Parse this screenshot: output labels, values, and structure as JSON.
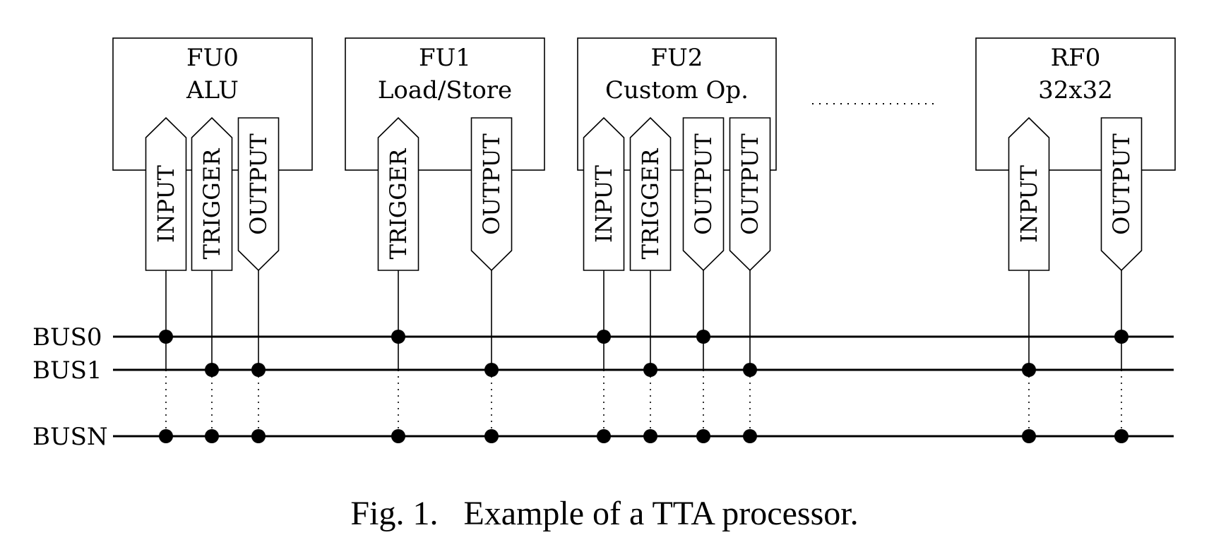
{
  "units": [
    {
      "id": "fu0",
      "name": "FU0",
      "subtitle": "ALU",
      "ports": [
        {
          "label": "INPUT",
          "kind": "input",
          "buses": [
            "BUS0",
            "BUSN"
          ]
        },
        {
          "label": "TRIGGER",
          "kind": "input",
          "buses": [
            "BUS1",
            "BUSN"
          ]
        },
        {
          "label": "OUTPUT",
          "kind": "output",
          "buses": [
            "BUS1",
            "BUSN"
          ]
        }
      ]
    },
    {
      "id": "fu1",
      "name": "FU1",
      "subtitle": "Load/Store",
      "ports": [
        {
          "label": "TRIGGER",
          "kind": "input",
          "buses": [
            "BUS0",
            "BUSN"
          ]
        },
        {
          "label": "OUTPUT",
          "kind": "output",
          "buses": [
            "BUS1",
            "BUSN"
          ]
        }
      ]
    },
    {
      "id": "fu2",
      "name": "FU2",
      "subtitle": "Custom Op.",
      "ports": [
        {
          "label": "INPUT",
          "kind": "input",
          "buses": [
            "BUS0",
            "BUSN"
          ]
        },
        {
          "label": "TRIGGER",
          "kind": "input",
          "buses": [
            "BUS1",
            "BUSN"
          ]
        },
        {
          "label": "OUTPUT",
          "kind": "output",
          "buses": [
            "BUS0",
            "BUSN"
          ]
        },
        {
          "label": "OUTPUT",
          "kind": "output",
          "buses": [
            "BUS1",
            "BUSN"
          ]
        }
      ]
    },
    {
      "id": "rf0",
      "name": "RF0",
      "subtitle": "32x32",
      "ports": [
        {
          "label": "INPUT",
          "kind": "input",
          "buses": [
            "BUS1",
            "BUSN"
          ]
        },
        {
          "label": "OUTPUT",
          "kind": "output",
          "buses": [
            "BUS0",
            "BUSN"
          ]
        }
      ]
    }
  ],
  "buses": [
    "BUS0",
    "BUS1",
    "BUSN"
  ],
  "caption": "Fig. 1.   Example of a TTA processor."
}
